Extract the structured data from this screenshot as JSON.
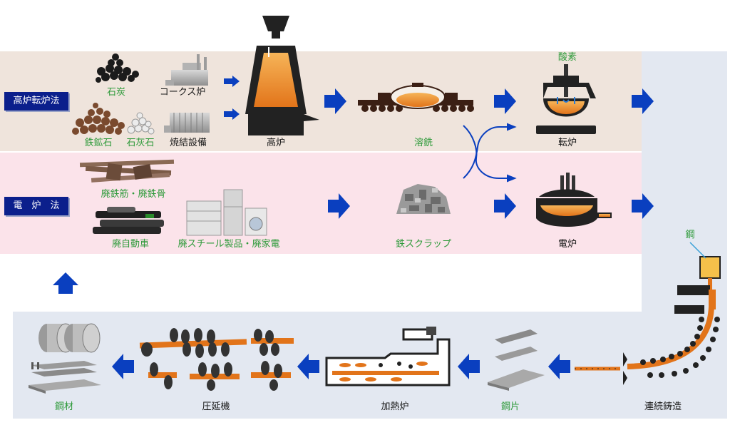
{
  "methods": {
    "blast_furnace_converter": "高炉転炉法",
    "electric_furnace": "電　炉　法"
  },
  "labels": {
    "coal": "石炭",
    "coke_oven": "コークス炉",
    "iron_ore": "鉄鉱石",
    "limestone": "石灰石",
    "sintering": "焼結設備",
    "blast_furnace": "高炉",
    "pig_iron": "溶銑",
    "oxygen": "酸素",
    "converter": "転炉",
    "scrap_rebar": "廃鉄筋・廃鉄骨",
    "scrap_cars": "廃自動車",
    "scrap_appliances": "廃スチール製品・廃家電",
    "iron_scrap": "鉄スクラップ",
    "electric_furnace": "電炉",
    "steel": "鋼",
    "continuous_casting": "連続鋳造",
    "slab": "鋼片",
    "reheating_furnace": "加熱炉",
    "rolling_mill": "圧延機",
    "steel_products": "鋼材"
  },
  "colors": {
    "top_band": "#efe4dc",
    "mid_band": "#fbe3ea",
    "bottom_band": "#e3e8f1",
    "arrow": "#0a3fbf",
    "molten": "#f08a24",
    "dark": "#2b2b2b",
    "green_label": "#2e9a3a",
    "navy": "#0b1f8c"
  }
}
